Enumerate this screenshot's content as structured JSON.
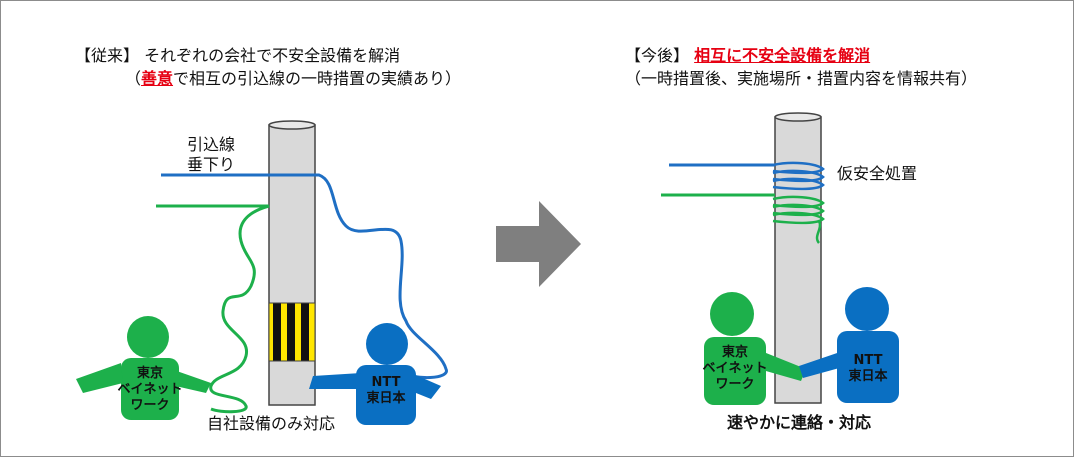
{
  "left": {
    "heading_bracket": "【従来】",
    "heading_text": "それぞれの会社で不安全設備を解消",
    "sub_open": "（",
    "sub_red": "善意",
    "sub_rest": "で相互の引込線の一時措置の実績あり）",
    "wire_label_1": "引込線",
    "wire_label_2": "垂下り",
    "caption": "自社設備のみ対応",
    "person_green": "東京\nベイネット\nワーク",
    "person_blue": "NTT\n東日本"
  },
  "right": {
    "heading_bracket": "【今後】",
    "heading_red": "相互に不安全設備を解消",
    "sub": "（一時措置後、実施場所・措置内容を情報共有）",
    "fix_label": "仮安全処置",
    "caption": "速やかに連絡・対応",
    "person_green": "東京\nベイネット\nワーク",
    "person_blue": "NTT\n東日本"
  },
  "colors": {
    "green": "#1db04b",
    "blue": "#0a6fc2",
    "wire_blue": "#1f6fc4",
    "pole": "#d9d9d9",
    "arrow": "#7f7f7f",
    "stripe_yellow": "#ffe600"
  }
}
